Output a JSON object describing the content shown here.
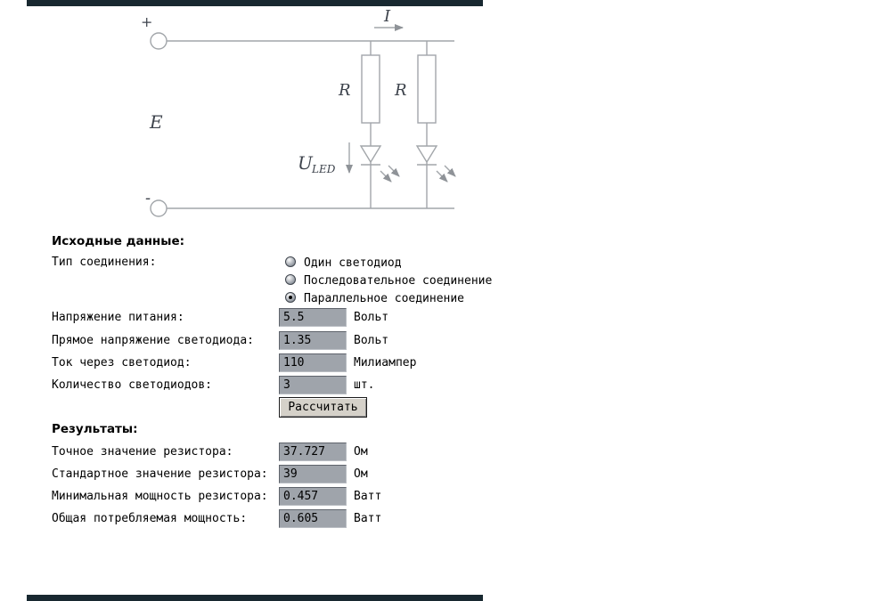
{
  "colors": {
    "bar": "#182830",
    "field_bg": "#9fa4ab",
    "circuit_stroke": "#a2a6aa",
    "button_bg": "#d5d1c9"
  },
  "circuit": {
    "plus": "+",
    "minus": "-",
    "emf": "E",
    "current": "I",
    "resistor1": "R",
    "resistor2": "R",
    "uled": "U",
    "uled_sub": "LED"
  },
  "form": {
    "heading_inputs": "Исходные данные:",
    "connection_label": "Тип соединения:",
    "connection_options": [
      {
        "label": "Один светодиод",
        "selected": false
      },
      {
        "label": "Последовательное соединение",
        "selected": false
      },
      {
        "label": "Параллельное соединение",
        "selected": true
      }
    ],
    "rows": [
      {
        "label": "Напряжение питания:",
        "value": "5.5",
        "unit": "Вольт"
      },
      {
        "label": "Прямое напряжение светодиода:",
        "value": "1.35",
        "unit": "Вольт"
      },
      {
        "label": "Ток через светодиод:",
        "value": "110",
        "unit": "Милиампер"
      },
      {
        "label": "Количество светодиодов:",
        "value": "3",
        "unit": "шт."
      }
    ],
    "calculate_button": "Рассчитать",
    "heading_results": "Результаты:",
    "results": [
      {
        "label": "Точное значение резистора:",
        "value": "37.727",
        "unit": "Ом"
      },
      {
        "label": "Стандартное значение резистора:",
        "value": "39",
        "unit": "Ом"
      },
      {
        "label": "Минимальная мощность резистора:",
        "value": "0.457",
        "unit": "Ватт"
      },
      {
        "label": "Общая потребляемая мощность:",
        "value": "0.605",
        "unit": "Ватт"
      }
    ]
  }
}
